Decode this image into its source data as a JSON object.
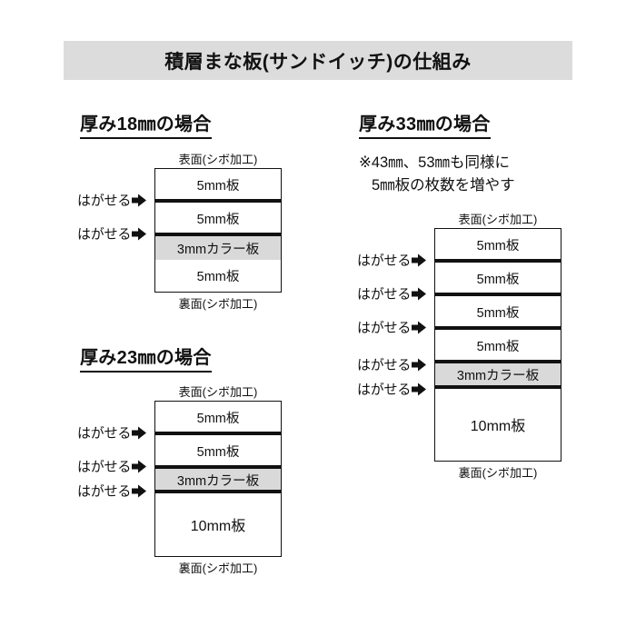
{
  "page": {
    "background": "#ffffff",
    "title_banner_bg": "#dcdcdc",
    "color_layer_fill": "#d9d9d9",
    "line_color": "#111111"
  },
  "title": "積層まな板(サンドイッチ)の仕組み",
  "common": {
    "front_face_label": "表面(シボ加工)",
    "back_face_label": "裏面(シボ加工)",
    "peel_label": "はがせる",
    "peel_arrow_icon": "arrow-right-icon"
  },
  "sections": [
    {
      "id": "thickness-18",
      "heading": "厚み18㎜の場合",
      "note": null,
      "front_face_label": "表面(シボ加工)",
      "back_face_label": "裏面(シボ加工)",
      "layers": [
        {
          "label": "5mm板",
          "type": "plain"
        },
        {
          "label": "5mm板",
          "type": "plain"
        },
        {
          "label": "3mmカラー板",
          "type": "color"
        },
        {
          "label": "5mm板",
          "type": "plain"
        }
      ],
      "peel_points": [
        {
          "label": "はがせる"
        },
        {
          "label": "はがせる"
        }
      ]
    },
    {
      "id": "thickness-23",
      "heading": "厚み23㎜の場合",
      "note": null,
      "front_face_label": "表面(シボ加工)",
      "back_face_label": "裏面(シボ加工)",
      "layers": [
        {
          "label": "5mm板",
          "type": "plain"
        },
        {
          "label": "5mm板",
          "type": "plain"
        },
        {
          "label": "3mmカラー板",
          "type": "color"
        },
        {
          "label": "10mm板",
          "type": "plain"
        }
      ],
      "peel_points": [
        {
          "label": "はがせる"
        },
        {
          "label": "はがせる"
        },
        {
          "label": "はがせる"
        }
      ]
    },
    {
      "id": "thickness-33",
      "heading": "厚み33㎜の場合",
      "note_line1": "※43㎜、53㎜も同様に",
      "note_line2": "5㎜板の枚数を増やす",
      "front_face_label": "表面(シボ加工)",
      "back_face_label": "裏面(シボ加工)",
      "layers": [
        {
          "label": "5mm板",
          "type": "plain"
        },
        {
          "label": "5mm板",
          "type": "plain"
        },
        {
          "label": "5mm板",
          "type": "plain"
        },
        {
          "label": "5mm板",
          "type": "plain"
        },
        {
          "label": "3mmカラー板",
          "type": "color"
        },
        {
          "label": "10mm板",
          "type": "plain"
        }
      ],
      "peel_points": [
        {
          "label": "はがせる"
        },
        {
          "label": "はがせる"
        },
        {
          "label": "はがせる"
        },
        {
          "label": "はがせる"
        },
        {
          "label": "はがせる"
        }
      ]
    }
  ]
}
